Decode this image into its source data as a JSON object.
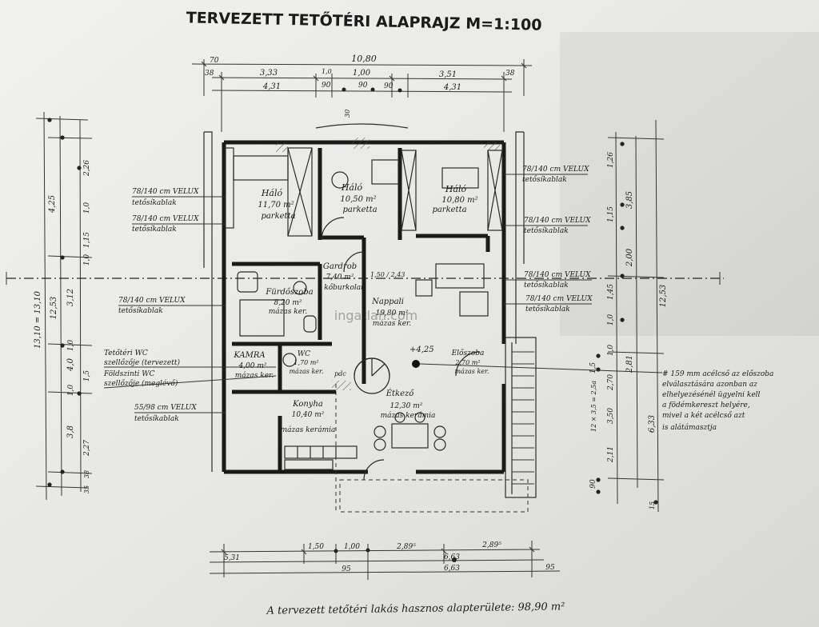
{
  "drawing": {
    "title": "TERVEZETT TETŐTÉRI ALAPRAJZ M=1:100",
    "footer_note": "A tervezett tetőtéri lakás hasznos alapterülete: 98,90 m²"
  },
  "rooms": [
    {
      "key": "halo1",
      "name": "Háló",
      "area": "11,70 m²",
      "floor": "parketta"
    },
    {
      "key": "halo2",
      "name": "Háló",
      "area": "10,50 m²",
      "floor": "parketta"
    },
    {
      "key": "halo3",
      "name": "Háló",
      "area": "10,80 m²",
      "floor": "parketta"
    },
    {
      "key": "gardrob",
      "name": "Gardrob",
      "area": "7,40 m²",
      "floor": "kőburkolat"
    },
    {
      "key": "furdo",
      "name": "Fürdőszoba",
      "area": "8,20 m²",
      "floor": "mázas ker."
    },
    {
      "key": "nappali",
      "name": "Nappali",
      "area": "19,80 m²",
      "floor": "mázas ker."
    },
    {
      "key": "kamra",
      "name": "KAMRA",
      "area": "4,00 m²",
      "floor": "mázas ker."
    },
    {
      "key": "wc",
      "name": "WC",
      "area": "1,70 m²",
      "floor": "mázas ker."
    },
    {
      "key": "eloszoba",
      "name": "Előszoba",
      "area": "2,70 m²",
      "floor": "mázas ker."
    },
    {
      "key": "konyha",
      "name": "Konyha",
      "area": "10,40 m²",
      "floor": "mázas kerámia"
    },
    {
      "key": "etkezo",
      "name": "Étkező",
      "area": "12,30 m²",
      "floor": "mázas kerámia"
    }
  ],
  "annotations": {
    "velux_left_1": {
      "size": "78/140 cm VELUX",
      "type": "tetősíkablak"
    },
    "velux_left_2": {
      "size": "78/140 cm VELUX",
      "type": "tetősíkablak"
    },
    "velux_left_3": {
      "size": "78/140 cm VELUX",
      "type": "tetősíkablak"
    },
    "velux_left_4": {
      "size": "55/98 cm VELUX",
      "type": "tetősíkablak"
    },
    "velux_right_1": {
      "size": "78/140 cm VELUX",
      "type": "tetősíkablak"
    },
    "velux_right_2": {
      "size": "78/140 cm VELUX",
      "type": "tetősíkablak"
    },
    "velux_right_3": {
      "size": "78/140 cm VELUX",
      "type": "tetősíkablak"
    },
    "velux_right_4": {
      "size": "78/140 cm VELUX",
      "type": "tetősíkablak"
    },
    "wc_note": [
      "Tetőtéri WC",
      "szellőzője (tervezett)",
      "Földszinti WC",
      "szellőzője (meglévő)"
    ],
    "steel_note": [
      "# 159 mm acélcső az előszoba",
      "elválasztására azonban az",
      "elhelyezésénél ügyelni kell",
      "a födémkereszt helyére,",
      "mivel a két acélcső azt",
      "is alátámasztja"
    ],
    "level": "+4,25",
    "stair_dim": "1,50 / 2,43",
    "stair_steps": "12 × 3,5 = 2,5a",
    "pdc": "pdc"
  },
  "dimensions": {
    "top": {
      "overall": "10,80",
      "left_offset": "70",
      "seg_row2": [
        "38",
        "3,33",
        "1,0",
        "1,00",
        "3,51",
        "38"
      ],
      "seg_row3": [
        "4,31",
        "90",
        "90",
        "90",
        "4,31"
      ],
      "wall_thk": "30"
    },
    "bottom": {
      "seg_row1": [
        "1,50",
        "1,00",
        "2,89⁵",
        "2,89⁵"
      ],
      "seg_row2": [
        "5,31",
        "6,63"
      ],
      "seg_row3": [
        "95",
        "6,63",
        "95"
      ]
    },
    "left": {
      "outer": "13,10 = 13,10",
      "mid": [
        "4,25",
        "12,53",
        "3,12",
        "1,0",
        "4,0",
        "1,0",
        "3,8"
      ],
      "inner": [
        "2,26",
        "1,0",
        "1,15",
        "1,0",
        "1,5",
        "2,27",
        "38",
        "35"
      ]
    },
    "right": {
      "outer": [
        "12,53",
        "6,33",
        "2,81"
      ],
      "mid": [
        "3,85",
        "2,00",
        "1,45",
        "2,70",
        "3,50",
        "2,11"
      ],
      "inner": [
        "1,26",
        "1,15",
        "1,0",
        "1,0",
        "1,5",
        "90",
        "15"
      ]
    }
  },
  "watermark": "ingatlan.com"
}
